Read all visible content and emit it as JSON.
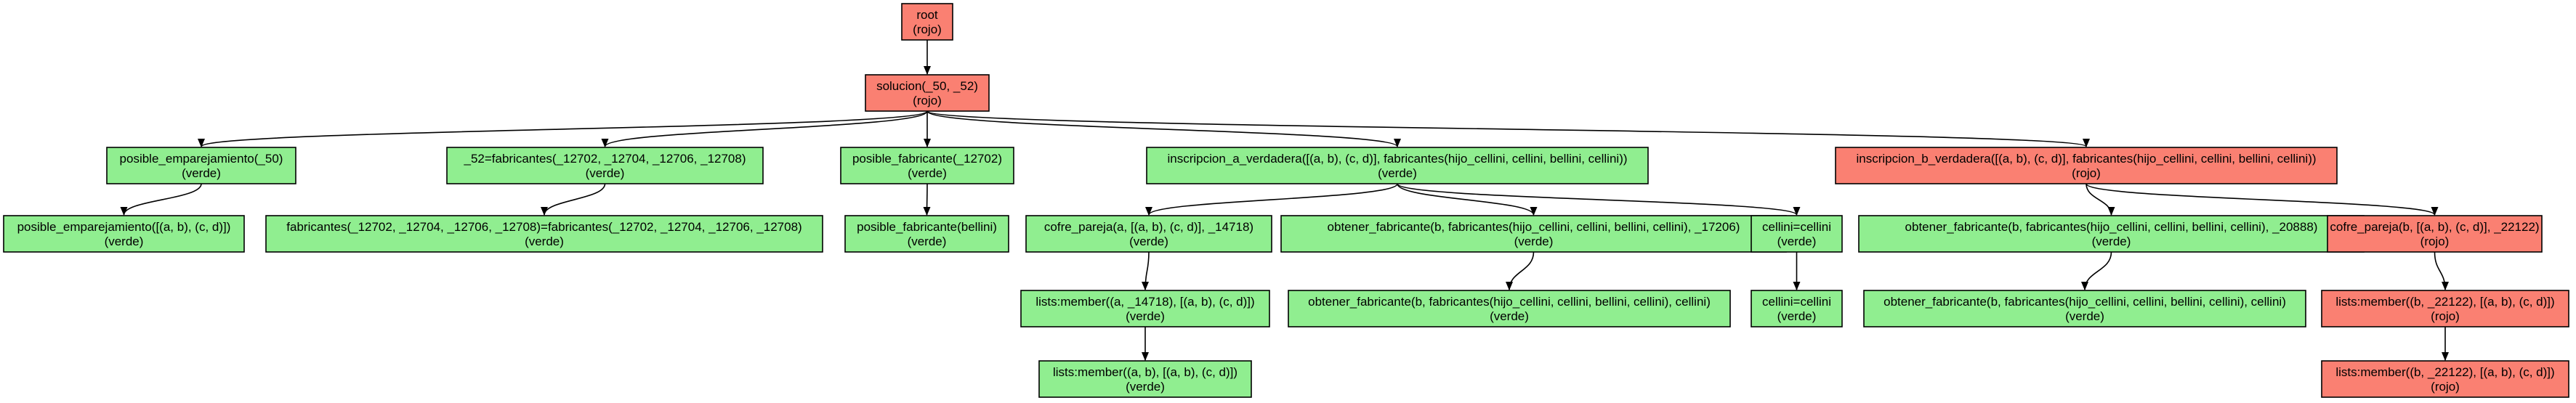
{
  "colors": {
    "rojo": "#fa8072",
    "verde": "#90ee90",
    "stroke": "#000000"
  },
  "nodes": [
    {
      "id": "root",
      "line1": "root",
      "line2": "(rojo)",
      "status": "rojo"
    },
    {
      "id": "solucion",
      "line1": "solucion(_50, _52)",
      "line2": "(rojo)",
      "status": "rojo"
    },
    {
      "id": "posible-emparejamiento",
      "line1": "posible_emparejamiento(_50)",
      "line2": "(verde)",
      "status": "verde"
    },
    {
      "id": "eq52",
      "line1": "_52=fabricantes(_12702, _12704, _12706, _12708)",
      "line2": "(verde)",
      "status": "verde"
    },
    {
      "id": "posible-fabricante",
      "line1": "posible_fabricante(_12702)",
      "line2": "(verde)",
      "status": "verde"
    },
    {
      "id": "inscripcion-a",
      "line1": "inscripcion_a_verdadera([(a, b), (c, d)], fabricantes(hijo_cellini, cellini, bellini, cellini))",
      "line2": "(verde)",
      "status": "verde"
    },
    {
      "id": "inscripcion-b",
      "line1": "inscripcion_b_verdadera([(a, b), (c, d)], fabricantes(hijo_cellini, cellini, bellini, cellini))",
      "line2": "(rojo)",
      "status": "rojo"
    },
    {
      "id": "posible-emparejamiento-2",
      "line1": "posible_emparejamiento([(a, b), (c, d)])",
      "line2": "(verde)",
      "status": "verde"
    },
    {
      "id": "fabricantes-eq",
      "line1": "fabricantes(_12702, _12704, _12706, _12708)=fabricantes(_12702, _12704, _12706, _12708)",
      "line2": "(verde)",
      "status": "verde"
    },
    {
      "id": "posible-fabricante-bellini",
      "line1": "posible_fabricante(bellini)",
      "line2": "(verde)",
      "status": "verde"
    },
    {
      "id": "cofre-a",
      "line1": "cofre_pareja(a, [(a, b), (c, d)], _14718)",
      "line2": "(verde)",
      "status": "verde"
    },
    {
      "id": "obtener-b-17206",
      "line1": "obtener_fabricante(b, fabricantes(hijo_cellini, cellini, bellini, cellini), _17206)",
      "line2": "(verde)",
      "status": "verde"
    },
    {
      "id": "cellini-1",
      "line1": "cellini=cellini",
      "line2": "(verde)",
      "status": "verde"
    },
    {
      "id": "obtener-b-20888",
      "line1": "obtener_fabricante(b, fabricantes(hijo_cellini, cellini, bellini, cellini), _20888)",
      "line2": "(verde)",
      "status": "verde"
    },
    {
      "id": "cofre-b",
      "line1": "cofre_pareja(b, [(a, b), (c, d)], _22122)",
      "line2": "(rojo)",
      "status": "rojo"
    },
    {
      "id": "member-a-14718",
      "line1": "lists:member((a, _14718), [(a, b), (c, d)])",
      "line2": "(verde)",
      "status": "verde"
    },
    {
      "id": "obtener-b-cellini-1",
      "line1": "obtener_fabricante(b, fabricantes(hijo_cellini, cellini, bellini, cellini), cellini)",
      "line2": "(verde)",
      "status": "verde"
    },
    {
      "id": "cellini-2",
      "line1": "cellini=cellini",
      "line2": "(verde)",
      "status": "verde"
    },
    {
      "id": "obtener-b-cellini-2",
      "line1": "obtener_fabricante(b, fabricantes(hijo_cellini, cellini, bellini, cellini), cellini)",
      "line2": "(verde)",
      "status": "verde"
    },
    {
      "id": "member-b-22122-1",
      "line1": "lists:member((b, _22122), [(a, b), (c, d)])",
      "line2": "(rojo)",
      "status": "rojo"
    },
    {
      "id": "member-a-b",
      "line1": "lists:member((a, b), [(a, b), (c, d)])",
      "line2": "(verde)",
      "status": "verde"
    },
    {
      "id": "member-b-22122-2",
      "line1": "lists:member((b, _22122), [(a, b), (c, d)])",
      "line2": "(rojo)",
      "status": "rojo"
    }
  ],
  "edges": [
    {
      "from": "root",
      "to": "solucion"
    },
    {
      "from": "solucion",
      "to": "posible-emparejamiento"
    },
    {
      "from": "solucion",
      "to": "eq52"
    },
    {
      "from": "solucion",
      "to": "posible-fabricante"
    },
    {
      "from": "solucion",
      "to": "inscripcion-a"
    },
    {
      "from": "solucion",
      "to": "inscripcion-b"
    },
    {
      "from": "posible-emparejamiento",
      "to": "posible-emparejamiento-2"
    },
    {
      "from": "eq52",
      "to": "fabricantes-eq"
    },
    {
      "from": "posible-fabricante",
      "to": "posible-fabricante-bellini"
    },
    {
      "from": "inscripcion-a",
      "to": "cofre-a"
    },
    {
      "from": "inscripcion-a",
      "to": "obtener-b-17206"
    },
    {
      "from": "inscripcion-a",
      "to": "cellini-1"
    },
    {
      "from": "inscripcion-b",
      "to": "obtener-b-20888"
    },
    {
      "from": "inscripcion-b",
      "to": "cofre-b"
    },
    {
      "from": "cofre-a",
      "to": "member-a-14718"
    },
    {
      "from": "obtener-b-17206",
      "to": "obtener-b-cellini-1"
    },
    {
      "from": "cellini-1",
      "to": "cellini-2"
    },
    {
      "from": "obtener-b-20888",
      "to": "obtener-b-cellini-2"
    },
    {
      "from": "cofre-b",
      "to": "member-b-22122-1"
    },
    {
      "from": "member-a-14718",
      "to": "member-a-b"
    },
    {
      "from": "member-b-22122-1",
      "to": "member-b-22122-2"
    }
  ]
}
